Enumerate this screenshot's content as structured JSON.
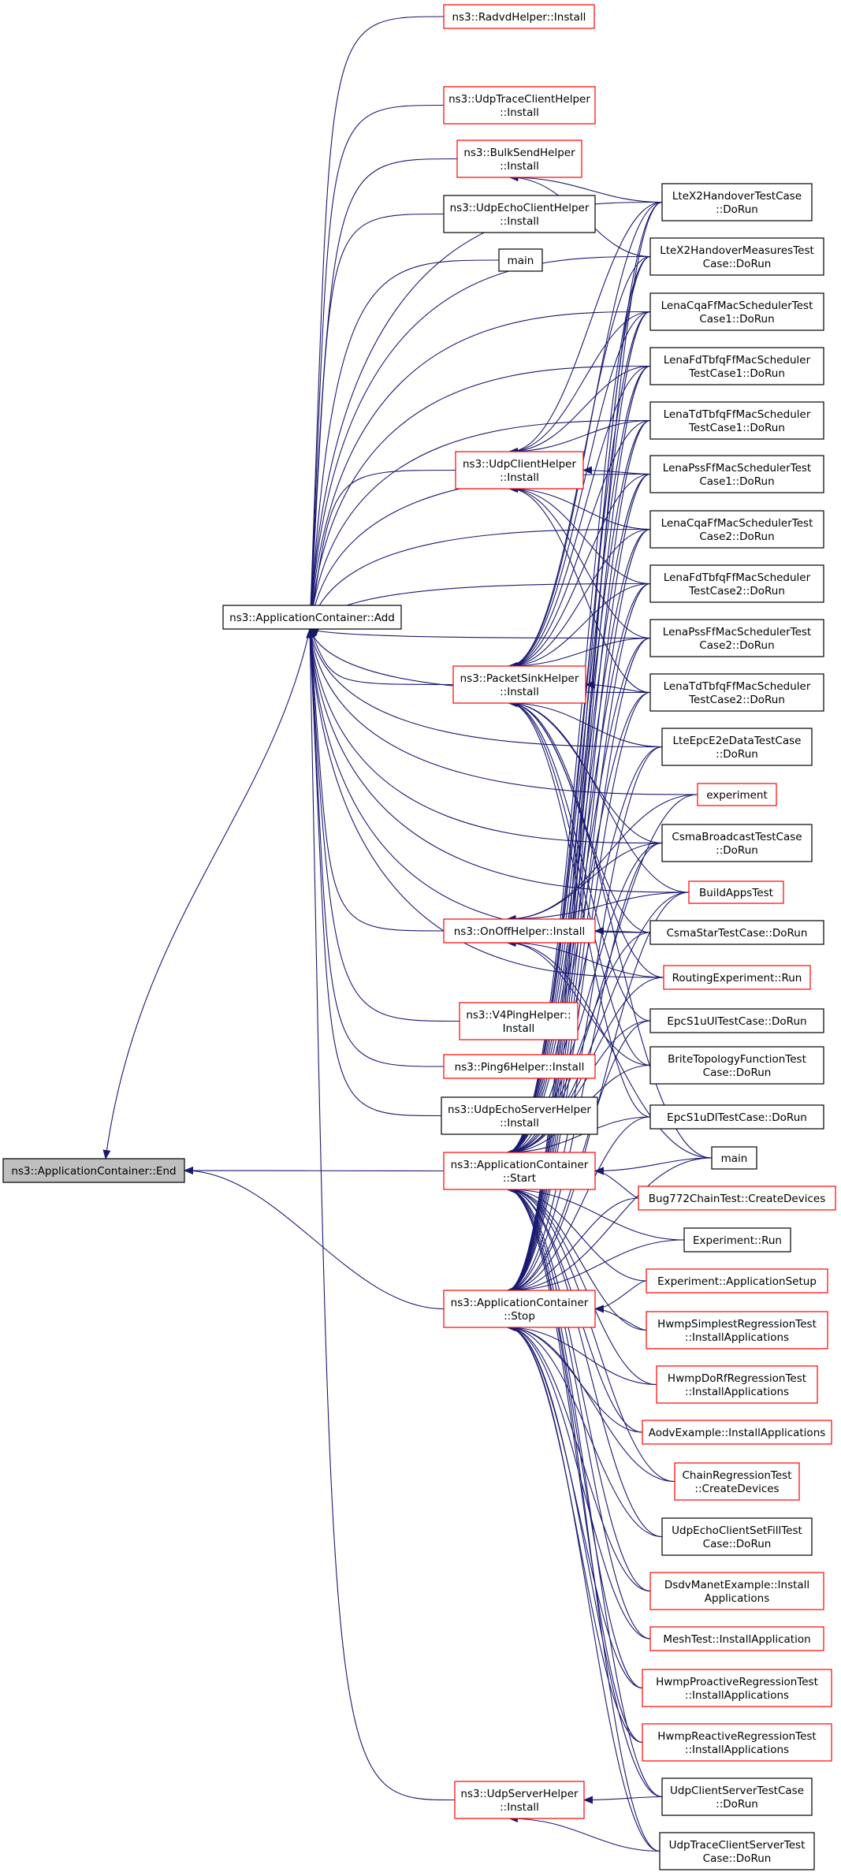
{
  "colors": {
    "edge": "#191970",
    "border_normal": "#000000",
    "border_linked": "#ff0000",
    "root_fill": "#bfbfbf",
    "node_fill": "#ffffff"
  },
  "nodes": [
    {
      "id": "end",
      "lines": [
        "ns3::ApplicationContainer::End"
      ],
      "style": "root"
    },
    {
      "id": "add",
      "lines": [
        "ns3::ApplicationContainer::Add"
      ],
      "style": "normal"
    },
    {
      "id": "start",
      "lines": [
        "ns3::ApplicationContainer",
        "::Start"
      ],
      "style": "red"
    },
    {
      "id": "stop",
      "lines": [
        "ns3::ApplicationContainer",
        "::Stop"
      ],
      "style": "red"
    },
    {
      "id": "radvd",
      "lines": [
        "ns3::RadvdHelper::Install"
      ],
      "style": "red"
    },
    {
      "id": "udptrace",
      "lines": [
        "ns3::UdpTraceClientHelper",
        "::Install"
      ],
      "style": "red"
    },
    {
      "id": "bulksend",
      "lines": [
        "ns3::BulkSendHelper",
        "::Install"
      ],
      "style": "red"
    },
    {
      "id": "udpechoclient",
      "lines": [
        "ns3::UdpEchoClientHelper",
        "::Install"
      ],
      "style": "normal"
    },
    {
      "id": "main1",
      "lines": [
        "main"
      ],
      "style": "normal"
    },
    {
      "id": "udpclient",
      "lines": [
        "ns3::UdpClientHelper",
        "::Install"
      ],
      "style": "red"
    },
    {
      "id": "packetsink",
      "lines": [
        "ns3::PacketSinkHelper",
        "::Install"
      ],
      "style": "red"
    },
    {
      "id": "onoff",
      "lines": [
        "ns3::OnOffHelper::Install"
      ],
      "style": "red"
    },
    {
      "id": "v4ping",
      "lines": [
        "ns3::V4PingHelper::",
        "Install"
      ],
      "style": "red"
    },
    {
      "id": "ping6",
      "lines": [
        "ns3::Ping6Helper::Install"
      ],
      "style": "red"
    },
    {
      "id": "udpechoserver",
      "lines": [
        "ns3::UdpEchoServerHelper",
        "::Install"
      ],
      "style": "normal"
    },
    {
      "id": "udpserver",
      "lines": [
        "ns3::UdpServerHelper",
        "::Install"
      ],
      "style": "red"
    },
    {
      "id": "ltex2",
      "lines": [
        "LteX2HandoverTestCase",
        "::DoRun"
      ],
      "style": "normal"
    },
    {
      "id": "ltex2m",
      "lines": [
        "LteX2HandoverMeasuresTest",
        "Case::DoRun"
      ],
      "style": "normal"
    },
    {
      "id": "cqa1",
      "lines": [
        "LenaCqaFfMacSchedulerTest",
        "Case1::DoRun"
      ],
      "style": "normal"
    },
    {
      "id": "fdtbfq1",
      "lines": [
        "LenaFdTbfqFfMacScheduler",
        "TestCase1::DoRun"
      ],
      "style": "normal"
    },
    {
      "id": "tdtbfq1",
      "lines": [
        "LenaTdTbfqFfMacScheduler",
        "TestCase1::DoRun"
      ],
      "style": "normal"
    },
    {
      "id": "pss1",
      "lines": [
        "LenaPssFfMacSchedulerTest",
        "Case1::DoRun"
      ],
      "style": "normal"
    },
    {
      "id": "cqa2",
      "lines": [
        "LenaCqaFfMacSchedulerTest",
        "Case2::DoRun"
      ],
      "style": "normal"
    },
    {
      "id": "fdtbfq2",
      "lines": [
        "LenaFdTbfqFfMacScheduler",
        "TestCase2::DoRun"
      ],
      "style": "normal"
    },
    {
      "id": "pss2",
      "lines": [
        "LenaPssFfMacSchedulerTest",
        "Case2::DoRun"
      ],
      "style": "normal"
    },
    {
      "id": "tdtbfq2",
      "lines": [
        "LenaTdTbfqFfMacScheduler",
        "TestCase2::DoRun"
      ],
      "style": "normal"
    },
    {
      "id": "lteepc",
      "lines": [
        "LteEpcE2eDataTestCase",
        "::DoRun"
      ],
      "style": "normal"
    },
    {
      "id": "experiment",
      "lines": [
        "experiment"
      ],
      "style": "red"
    },
    {
      "id": "csmabc",
      "lines": [
        "CsmaBroadcastTestCase",
        "::DoRun"
      ],
      "style": "normal"
    },
    {
      "id": "buildapps",
      "lines": [
        "BuildAppsTest"
      ],
      "style": "red"
    },
    {
      "id": "csmastar",
      "lines": [
        "CsmaStarTestCase::DoRun"
      ],
      "style": "normal"
    },
    {
      "id": "routingexp",
      "lines": [
        "RoutingExperiment::Run"
      ],
      "style": "red"
    },
    {
      "id": "epcs1ul",
      "lines": [
        "EpcS1uUlTestCase::DoRun"
      ],
      "style": "normal"
    },
    {
      "id": "brite",
      "lines": [
        "BriteTopologyFunctionTest",
        "Case::DoRun"
      ],
      "style": "normal"
    },
    {
      "id": "epcs1dl",
      "lines": [
        "EpcS1uDlTestCase::DoRun"
      ],
      "style": "normal"
    },
    {
      "id": "main2",
      "lines": [
        "main"
      ],
      "style": "normal"
    },
    {
      "id": "bug772",
      "lines": [
        "Bug772ChainTest::CreateDevices"
      ],
      "style": "red"
    },
    {
      "id": "exprun",
      "lines": [
        "Experiment::Run"
      ],
      "style": "normal"
    },
    {
      "id": "expapp",
      "lines": [
        "Experiment::ApplicationSetup"
      ],
      "style": "red"
    },
    {
      "id": "hwmpsimplest",
      "lines": [
        "HwmpSimplestRegressionTest",
        "::InstallApplications"
      ],
      "style": "red"
    },
    {
      "id": "hwmpdorf",
      "lines": [
        "HwmpDoRfRegressionTest",
        "::InstallApplications"
      ],
      "style": "red"
    },
    {
      "id": "aodv",
      "lines": [
        "AodvExample::InstallApplications"
      ],
      "style": "red"
    },
    {
      "id": "chainreg",
      "lines": [
        "ChainRegressionTest",
        "::CreateDevices"
      ],
      "style": "red"
    },
    {
      "id": "udpechofill",
      "lines": [
        "UdpEchoClientSetFillTest",
        "Case::DoRun"
      ],
      "style": "normal"
    },
    {
      "id": "dsdv",
      "lines": [
        "DsdvManetExample::Install",
        "Applications"
      ],
      "style": "red"
    },
    {
      "id": "meshtest",
      "lines": [
        "MeshTest::InstallApplication"
      ],
      "style": "red"
    },
    {
      "id": "hwmpproactive",
      "lines": [
        "HwmpProactiveRegressionTest",
        "::InstallApplications"
      ],
      "style": "red"
    },
    {
      "id": "hwmpreactive",
      "lines": [
        "HwmpReactiveRegressionTest",
        "::InstallApplications"
      ],
      "style": "red"
    },
    {
      "id": "udpcs",
      "lines": [
        "UdpClientServerTestCase",
        "::DoRun"
      ],
      "style": "normal"
    },
    {
      "id": "udptcs",
      "lines": [
        "UdpTraceClientServerTest",
        "Case::DoRun"
      ],
      "style": "normal"
    }
  ]
}
